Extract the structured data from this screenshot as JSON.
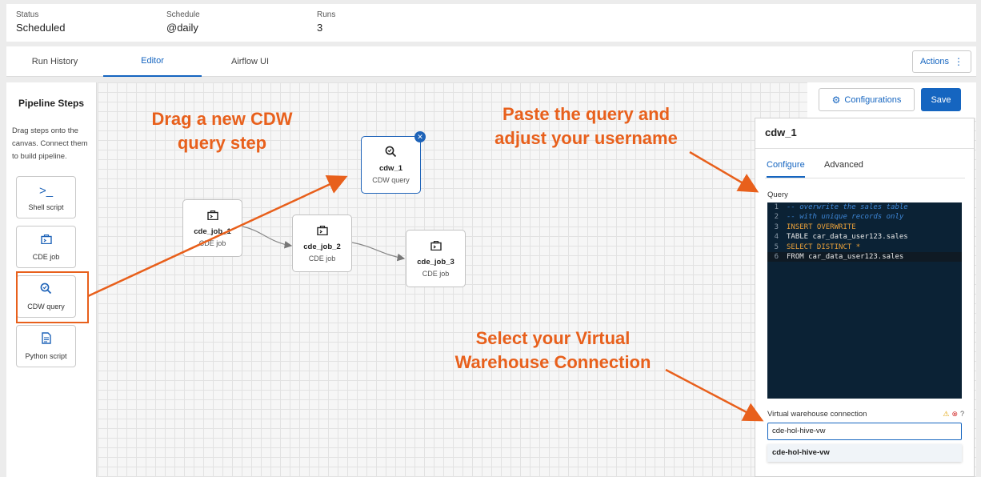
{
  "summary": {
    "status_label": "Status",
    "status_value": "Scheduled",
    "schedule_label": "Schedule",
    "schedule_value": "@daily",
    "runs_label": "Runs",
    "runs_value": "3"
  },
  "tabs": [
    "Run History",
    "Editor",
    "Airflow UI"
  ],
  "actions": {
    "label": "Actions"
  },
  "steps_panel": {
    "title": "Pipeline Steps",
    "description": "Drag steps onto the canvas. Connect them to build pipeline.",
    "items": [
      {
        "label": "Shell script",
        "icon": "terminal-icon"
      },
      {
        "label": "CDE job",
        "icon": "cde-job-icon"
      },
      {
        "label": "CDW query",
        "icon": "cdw-query-icon"
      },
      {
        "label": "Python script",
        "icon": "document-icon"
      }
    ]
  },
  "canvas": {
    "nodes": [
      {
        "name": "cde_job_1",
        "type": "CDE job"
      },
      {
        "name": "cde_job_2",
        "type": "CDE job"
      },
      {
        "name": "cde_job_3",
        "type": "CDE job"
      },
      {
        "name": "cdw_1",
        "type": "CDW query"
      }
    ]
  },
  "toolbar": {
    "configurations_label": "Configurations",
    "save_label": "Save"
  },
  "config_panel": {
    "title": "cdw_1",
    "tabs": [
      "Configure",
      "Advanced"
    ],
    "query_label": "Query",
    "query_lines": [
      "-- overwrite the sales table",
      "-- with unique records only",
      "INSERT OVERWRITE",
      "TABLE car_data_user123.sales",
      "SELECT DISTINCT *",
      "FROM car_data_user123.sales"
    ],
    "vw_label": "Virtual warehouse connection",
    "vw_value": "cde-hol-hive-vw",
    "vw_option": "cde-hol-hive-vw"
  },
  "annotations": {
    "drag": "Drag a new CDW query step",
    "paste": "Paste the query and adjust your username",
    "select": "Select your Virtual Warehouse Connection"
  },
  "colors": {
    "accent": "#1565c0",
    "annotation": "#e8601c",
    "editor_bg": "#0b2235"
  }
}
